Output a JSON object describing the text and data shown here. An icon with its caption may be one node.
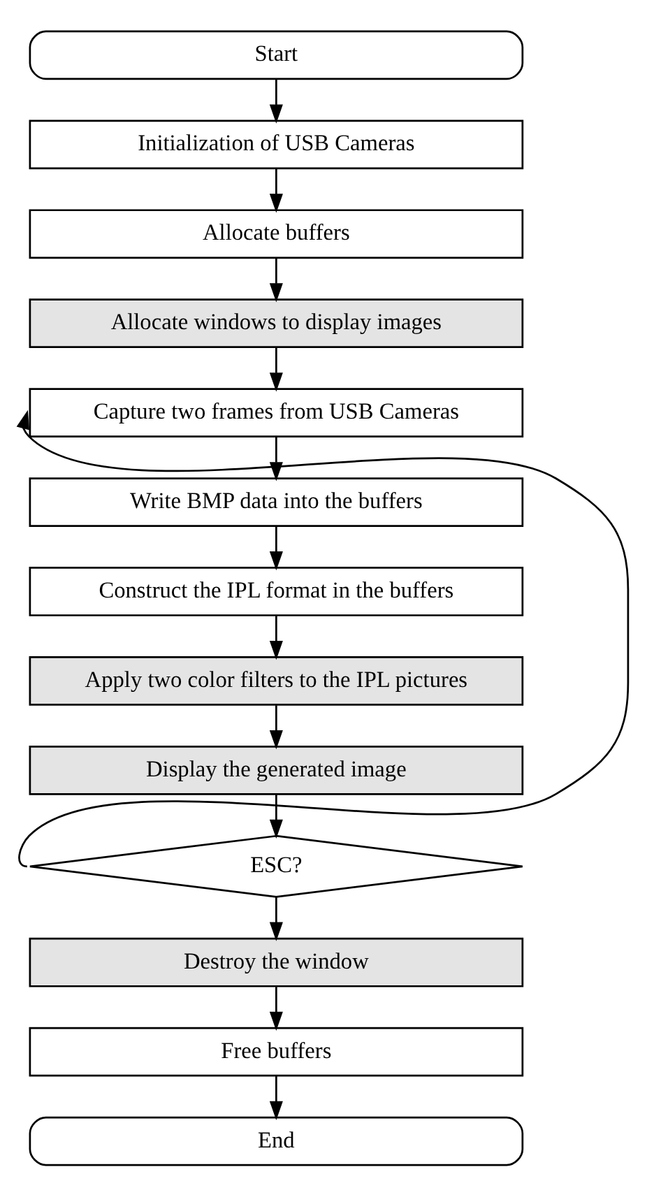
{
  "diagram": {
    "nodes": [
      {
        "text": [
          "Start"
        ]
      },
      {
        "text": [
          "Initialization of USB Cameras"
        ]
      },
      {
        "text": [
          "Allocate buffers"
        ]
      },
      {
        "text": [
          "Allocate windows to display images"
        ]
      },
      {
        "text": [
          "Capture two frames from USB Cameras"
        ]
      },
      {
        "text": [
          "Write BMP data into the buffers"
        ]
      },
      {
        "text": [
          "Construct the IPL format in the buffers"
        ]
      },
      {
        "text": [
          "Apply two color filters to the IPL pictures"
        ]
      },
      {
        "text": [
          "Display the generated image"
        ]
      },
      {
        "text": [
          "ESC?"
        ]
      },
      {
        "text": [
          "Destroy the window"
        ]
      },
      {
        "text": [
          "Free buffers"
        ]
      },
      {
        "text": [
          "End"
        ]
      }
    ],
    "edges": [
      {
        "from": 0,
        "to": 1,
        "arrow": "to"
      },
      {
        "from": 1,
        "to": 2,
        "arrow": "to"
      },
      {
        "from": 2,
        "to": 3,
        "arrow": "to"
      },
      {
        "from": 3,
        "to": 4,
        "arrow": "to"
      },
      {
        "from": 4,
        "to": 5,
        "arrow": "to"
      },
      {
        "from": 5,
        "to": 6,
        "arrow": "to"
      },
      {
        "from": 6,
        "to": 7,
        "arrow": "to"
      },
      {
        "from": 7,
        "to": 8,
        "arrow": "to"
      },
      {
        "from": 8,
        "to": 9,
        "arrow": "to"
      },
      {
        "from": 9,
        "to": 10,
        "arrow": "to"
      },
      {
        "from": 10,
        "to": 11,
        "arrow": "to"
      },
      {
        "from": 11,
        "to": 12,
        "arrow": "to"
      },
      {
        "from": 9,
        "to": 4,
        "arrow": "to"
      }
    ]
  }
}
